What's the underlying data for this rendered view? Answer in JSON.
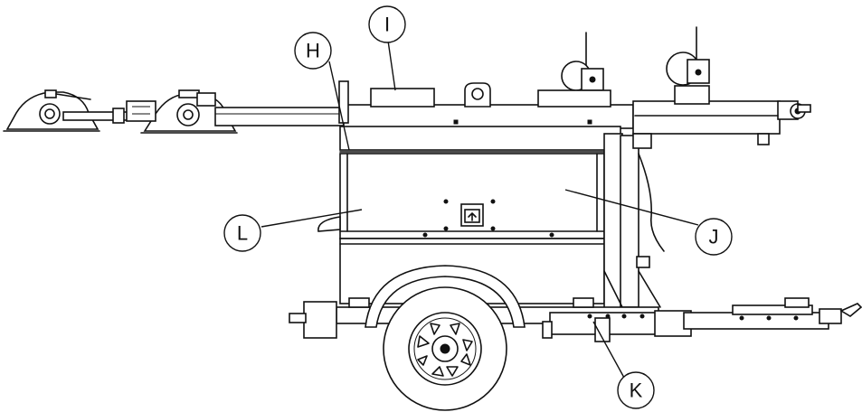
{
  "callouts": [
    {
      "id": "H",
      "label": "H"
    },
    {
      "id": "I",
      "label": "I"
    },
    {
      "id": "J",
      "label": "J"
    },
    {
      "id": "K",
      "label": "K"
    },
    {
      "id": "L",
      "label": "L"
    }
  ]
}
